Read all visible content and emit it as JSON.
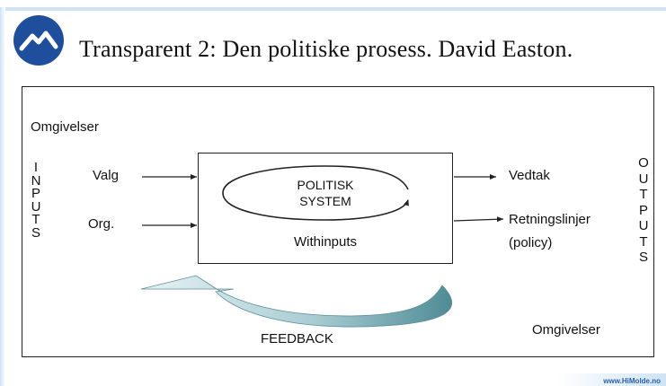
{
  "title": "Transparent 2: Den politiske prosess. David Easton.",
  "labels": {
    "environment_top": "Omgivelser",
    "environment_bottom": "Omgivelser",
    "input_valg": "Valg",
    "input_org": "Org.",
    "system_line1": "POLITISK",
    "system_line2": "SYSTEM",
    "withinputs": "Withinputs",
    "output_vedtak": "Vedtak",
    "output_retningslinjer": "Retningslinjer",
    "output_policy": "(policy)",
    "feedback": "FEEDBACK"
  },
  "inputs_letters": [
    "I",
    "N",
    "P",
    "U",
    "T",
    "S"
  ],
  "outputs_letters": [
    "O",
    "U",
    "T",
    "P",
    "U",
    "T",
    "S"
  ],
  "footer": {
    "url": "www.HiMolde.no"
  },
  "colors": {
    "logo": "#1f4f9c",
    "feedback_arrow": "#6fa3ad",
    "border_accent": "#cfe3f5"
  }
}
